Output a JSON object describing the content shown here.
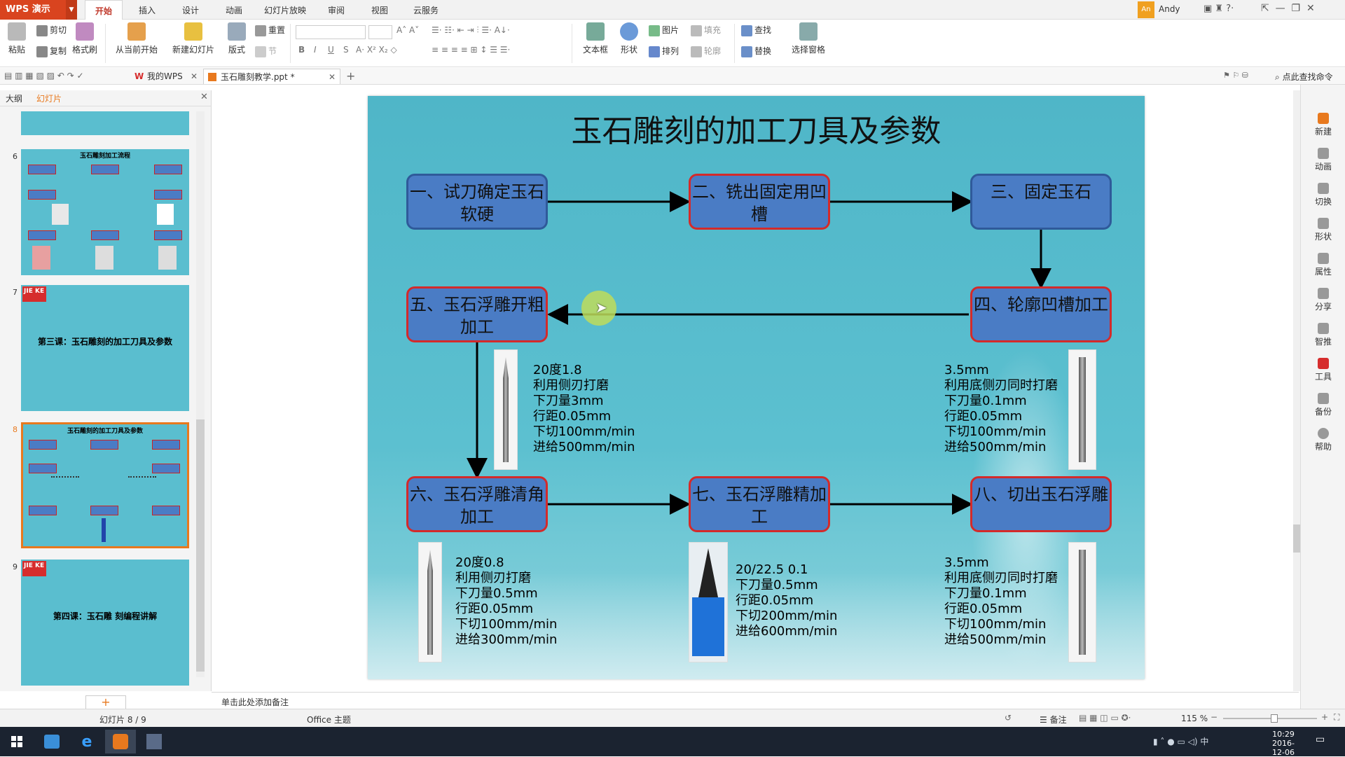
{
  "app": {
    "name": "WPS 演示",
    "user": "Andy"
  },
  "ribbon_tabs": [
    "开始",
    "插入",
    "设计",
    "动画",
    "幻灯片放映",
    "审阅",
    "视图",
    "云服务"
  ],
  "ribbon": {
    "paste": "粘贴",
    "cut": "剪切",
    "copy": "复制",
    "format_painter": "格式刷",
    "from_current": "从当前开始",
    "new_slide": "新建幻灯片",
    "layout": "版式",
    "reset": "重置",
    "section": "节",
    "bold": "B",
    "italic": "I",
    "underline": "U",
    "strike": "S",
    "textbox": "文本框",
    "shape": "形状",
    "picture": "图片",
    "fill": "填充",
    "arrange": "排列",
    "outline": "轮廓",
    "find": "查找",
    "replace": "替换",
    "selection_pane": "选择窗格"
  },
  "doc_tabs": [
    "我的WPS",
    "玉石雕刻教学.ppt *"
  ],
  "search_cmd": "点此查找命令",
  "panel": {
    "outline": "大纲",
    "slides": "幻灯片"
  },
  "thumbs": {
    "n6": "6",
    "n7": "7",
    "n8": "8",
    "n9": "9",
    "t6": "玉石雕刻加工流程",
    "t7": "第三课：玉石雕刻的加工刀具及参数",
    "t8": "玉石雕刻的加工刀具及参数",
    "t9": "第四课：玉石雕 刻编程讲解",
    "logo": "JIE KE"
  },
  "slide": {
    "title": "玉石雕刻的加工刀具及参数",
    "nodes": [
      {
        "text": "一、试刀确定玉石软硬"
      },
      {
        "text": "二、铣出固定用凹槽"
      },
      {
        "text": "三、固定玉石"
      },
      {
        "text": "四、轮廓凹槽加工"
      },
      {
        "text": "五、玉石浮雕开粗加工"
      },
      {
        "text": "六、玉石浮雕清角加工"
      },
      {
        "text": "七、玉石浮雕精加工"
      },
      {
        "text": "八、切出玉石浮雕"
      }
    ],
    "params": {
      "p1": [
        "20度1.8",
        "利用侧刃打磨",
        "下刀量3mm",
        "行距0.05mm",
        "下切100mm/min",
        "进给500mm/min"
      ],
      "p2": [
        "3.5mm",
        "利用底侧刃同时打磨",
        "下刀量0.1mm",
        "行距0.05mm",
        "下切100mm/min",
        "进给500mm/min"
      ],
      "p3": [
        "20度0.8",
        "利用侧刃打磨",
        "下刀量0.5mm",
        "行距0.05mm",
        "下切100mm/min",
        "进给300mm/min"
      ],
      "p4": [
        "20/22.5 0.1",
        "下刀量0.5mm",
        "行距0.05mm",
        "下切200mm/min",
        "进给600mm/min"
      ],
      "p5": [
        "3.5mm",
        "利用底侧刃同时打磨",
        "下刀量0.1mm",
        "行距0.05mm",
        "下切100mm/min",
        "进给500mm/min"
      ]
    }
  },
  "notes_placeholder": "单击此处添加备注",
  "status": {
    "slide_count": "幻灯片 8 / 9",
    "theme": "Office 主题",
    "notes": "备注",
    "zoom": "115 %"
  },
  "right_tools": [
    "新建",
    "动画",
    "切换",
    "形状",
    "属性",
    "分享",
    "智推",
    "工具",
    "备份",
    "帮助"
  ],
  "taskbar": {
    "time": "10:29",
    "date": "2016-12-06",
    "ime": "中"
  },
  "colors": {
    "accent": "#d9441f",
    "node_blue": "#4a7cc5",
    "node_red_border": "#d42a2a",
    "slide_bg": "#5abecf"
  }
}
